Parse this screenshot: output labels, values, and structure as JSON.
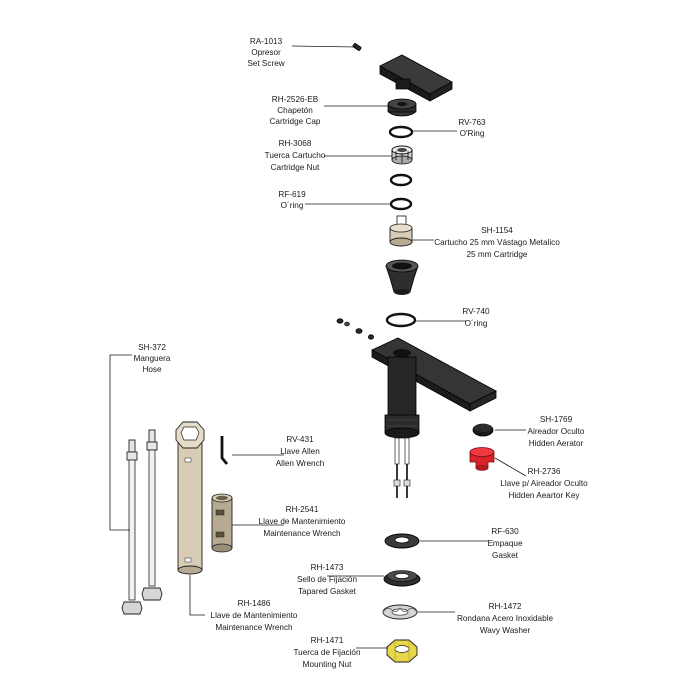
{
  "labels": {
    "ra1013": [
      "RA-1013",
      "Opresor",
      "Set Screw"
    ],
    "rh2526": [
      "RH-2526-EB",
      "Chapetón",
      "Cartridge Cap"
    ],
    "rv763": [
      "RV-763",
      "O'Ring"
    ],
    "rh3068": [
      "RH-3068",
      "Tuerca Cartucho",
      "Cartridge Nut"
    ],
    "rf619": [
      "RF-619",
      "O´ring"
    ],
    "sh1154": [
      "SH-1154",
      "Cartucho 25 mm Vástago Metalico",
      "25 mm Cartridge"
    ],
    "rv740": [
      "RV-740",
      "O´ring"
    ],
    "sh372": [
      "SH-372",
      "Manguera",
      "Hose"
    ],
    "rv431": [
      "RV-431",
      "Llave Allen",
      "Allen Wrench"
    ],
    "sh1769": [
      "SH-1769",
      "Aireador Oculto",
      "Hidden Aerator"
    ],
    "rh2736": [
      "RH-2736",
      "Llave p/ Aireador Oculto",
      "Hidden Aeartor Key"
    ],
    "rh2541": [
      "RH-2541",
      "Llave de Mantenimiento",
      "Maintenance Wrench"
    ],
    "rf630": [
      "RF-630",
      "Empaque",
      "Gasket"
    ],
    "rh1473": [
      "RH-1473",
      "Sello de Fijación",
      "Tapared Gasket"
    ],
    "rh1486": [
      "RH-1486",
      "Llave de Mantenimiento",
      "Maintenance Wrench"
    ],
    "rh1472": [
      "RH-1472",
      "Rondana Acero Inoxidable",
      "Wavy Washer"
    ],
    "rh1471": [
      "RH-1471",
      "Tuerca de Fijación",
      "Mounting Nut"
    ]
  },
  "colors": {
    "part_dark": "#2a2a2a",
    "aerator_key_red": "#d8232a",
    "brass_tan": "#d8ccb4",
    "nut_yellow": "#e8d64a"
  }
}
